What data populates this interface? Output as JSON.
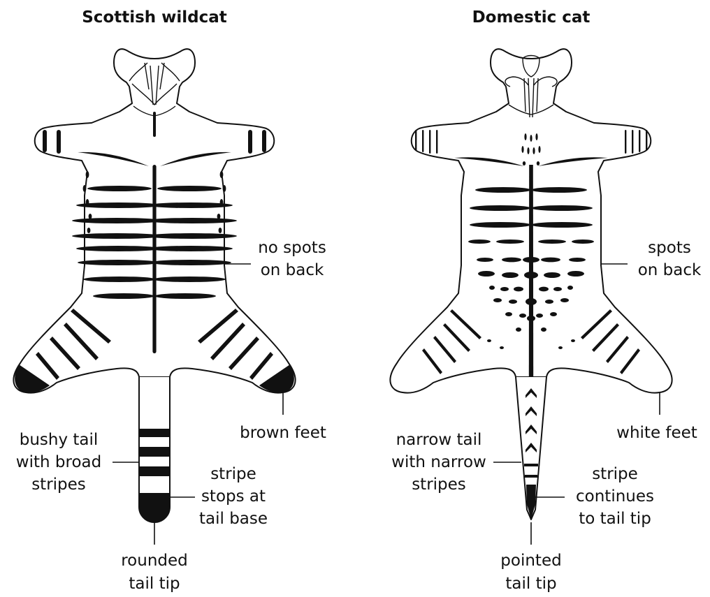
{
  "wildcat": {
    "title": "Scottish wildcat",
    "back": [
      "no spots",
      "on back"
    ],
    "feet": "brown feet",
    "tail": [
      "bushy tail",
      "with broad",
      "stripes"
    ],
    "stripe": [
      "stripe",
      "stops at",
      "tail base"
    ],
    "tip": [
      "rounded",
      "tail tip"
    ]
  },
  "domestic": {
    "title": "Domestic cat",
    "back": [
      "spots",
      "on back"
    ],
    "feet": "white feet",
    "tail": [
      "narrow tail",
      "with narrow",
      "stripes"
    ],
    "stripe": [
      "stripe",
      "continues",
      "to tail tip"
    ],
    "tip": [
      "pointed",
      "tail tip"
    ]
  },
  "colors": {
    "ink": "#111111",
    "background": "#ffffff"
  }
}
